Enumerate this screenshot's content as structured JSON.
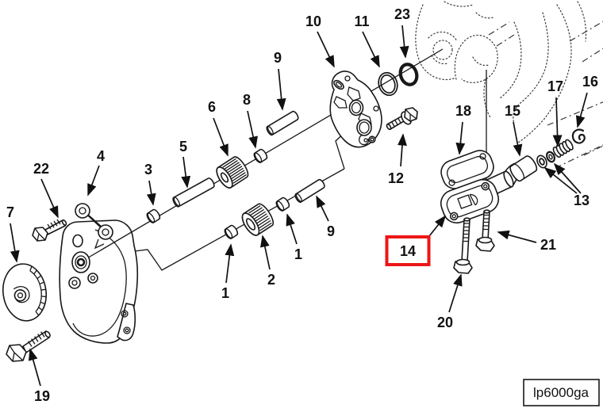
{
  "diagram": {
    "figure_code": "lp6000ga",
    "highlight": {
      "part": "14",
      "color": "#ec1616"
    },
    "callouts": [
      {
        "label": "22"
      },
      {
        "label": "4"
      },
      {
        "label": "3"
      },
      {
        "label": "5"
      },
      {
        "label": "6"
      },
      {
        "label": "8"
      },
      {
        "label": "9"
      },
      {
        "label": "10"
      },
      {
        "label": "11"
      },
      {
        "label": "23"
      },
      {
        "label": "12"
      },
      {
        "label": "18"
      },
      {
        "label": "15"
      },
      {
        "label": "17"
      },
      {
        "label": "16"
      },
      {
        "label": "13"
      },
      {
        "label": "14"
      },
      {
        "label": "21"
      },
      {
        "label": "20"
      },
      {
        "label": "19"
      },
      {
        "label": "7"
      },
      {
        "label": "1"
      },
      {
        "label": "2"
      },
      {
        "label": "1"
      },
      {
        "label": "9"
      }
    ]
  }
}
